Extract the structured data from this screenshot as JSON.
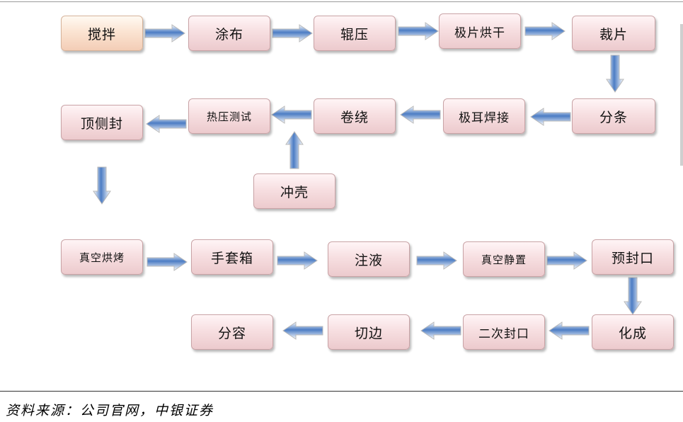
{
  "steps": {
    "mixing": "搅拌",
    "coating": "涂布",
    "rolling": "辊压",
    "electrode_drying": "极片烘干",
    "cutting": "裁片",
    "slitting": "分条",
    "tab_welding": "极耳焊接",
    "winding": "卷绕",
    "hot_press_test": "热压测试",
    "top_side_seal": "顶侧封",
    "shell_punching": "冲壳",
    "vacuum_baking": "真空烘烤",
    "glove_box": "手套箱",
    "electrolyte_injection": "注液",
    "vacuum_rest": "真空静置",
    "pre_seal": "预封口",
    "formation": "化成",
    "secondary_seal": "二次封口",
    "edge_trimming": "切边",
    "grading": "分容"
  },
  "source_note": "资料来源：公司官网，中银证券",
  "colors": {
    "box_fill": "#f4d6d9",
    "box_border": "#c9a3a6",
    "arrow_fill": "#4d7dc4",
    "arrow_outline": "#b9b9b9"
  }
}
